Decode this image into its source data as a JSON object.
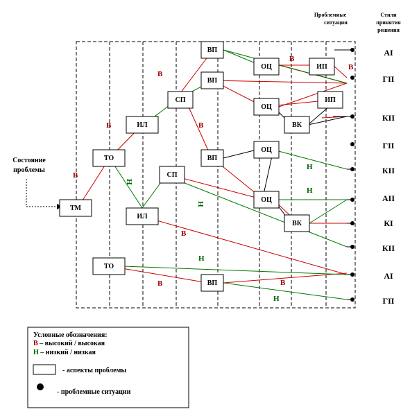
{
  "header": {
    "problem_situations": [
      "Проблемные",
      "ситуации"
    ],
    "solution_style": [
      "Стили",
      "принятия",
      "решения"
    ]
  },
  "start_label": [
    "Состояние",
    "проблемы"
  ],
  "nodes": {
    "tm": "ТМ",
    "to1": "ТО",
    "to2": "ТО",
    "il1": "ИЛ",
    "il2": "ИЛ",
    "sp1": "СП",
    "sp2": "СП",
    "vp1": "ВП",
    "vp2": "ВП",
    "vp3": "ВП",
    "vp4": "ВП",
    "oc1": "ОЦ",
    "oc2": "ОЦ",
    "oc3": "ОЦ",
    "oc4": "ОЦ",
    "ip1": "ИП",
    "ip2": "ИП",
    "vk1": "ВК",
    "vk2": "ВК"
  },
  "edge_labels": {
    "high": "В",
    "low": "Н"
  },
  "styles": [
    "АI",
    "ГII",
    "КII",
    "ГII",
    "КII",
    "АII",
    "КI",
    "КII",
    "АI",
    "ГII"
  ],
  "legend": {
    "title": "Условные обозначения:",
    "high_key": "В",
    "high_text": " – высокий / высокая",
    "low_key": "Н",
    "low_text": " – низкий / низкая",
    "box_text": "- аспекты проблемы",
    "dot_text": "- проблемные ситуации"
  },
  "colors": {
    "high": "#cc0000",
    "low": "#007a00",
    "label_high": "#a00000",
    "label_low": "#006400"
  }
}
